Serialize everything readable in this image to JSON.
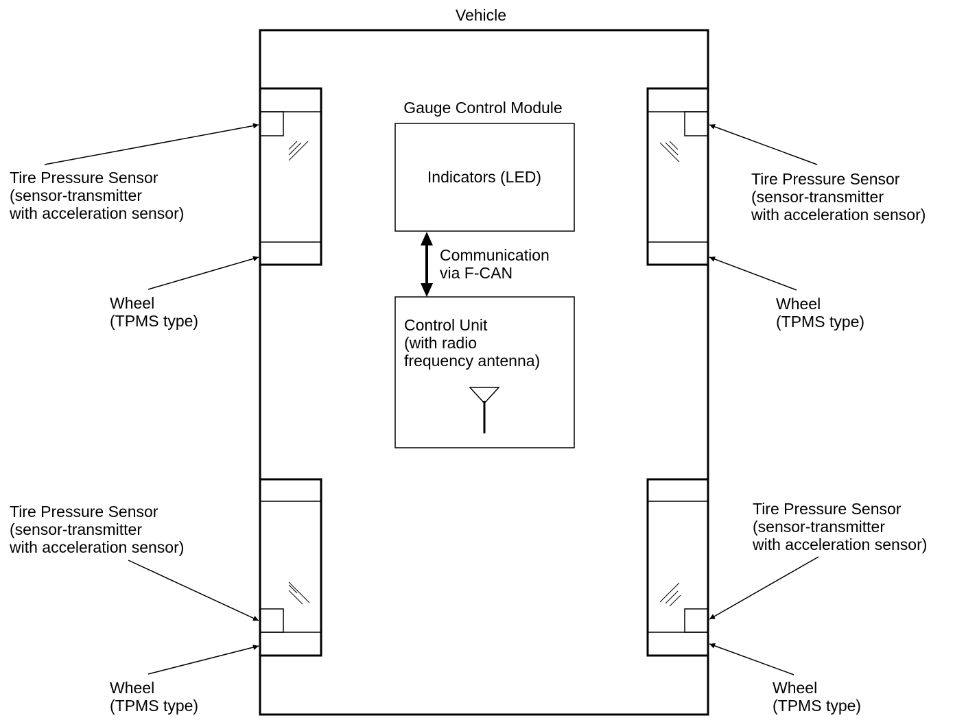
{
  "vehicle_title": "Vehicle",
  "gauge_module": {
    "title": "Gauge Control Module",
    "indicators": "Indicators (LED)"
  },
  "communication": [
    "Communication",
    "via F-CAN"
  ],
  "control_unit": [
    "Control Unit",
    "(with radio",
    "frequency antenna)"
  ],
  "sensors": {
    "front_left": [
      "Tire Pressure Sensor",
      "(sensor-transmitter",
      "with acceleration sensor)"
    ],
    "front_right": [
      "Tire Pressure Sensor",
      "(sensor-transmitter",
      "with acceleration sensor)"
    ],
    "rear_left": [
      "Tire Pressure Sensor",
      "(sensor-transmitter",
      "with acceleration sensor)"
    ],
    "rear_right": [
      "Tire Pressure Sensor",
      "(sensor-transmitter",
      "with acceleration sensor)"
    ]
  },
  "wheels": {
    "front_left": [
      "Wheel",
      "(TPMS type)"
    ],
    "front_right": [
      "Wheel",
      "(TPMS type)"
    ],
    "rear_left": [
      "Wheel",
      "(TPMS type)"
    ],
    "rear_right": [
      "Wheel",
      "(TPMS type)"
    ]
  }
}
